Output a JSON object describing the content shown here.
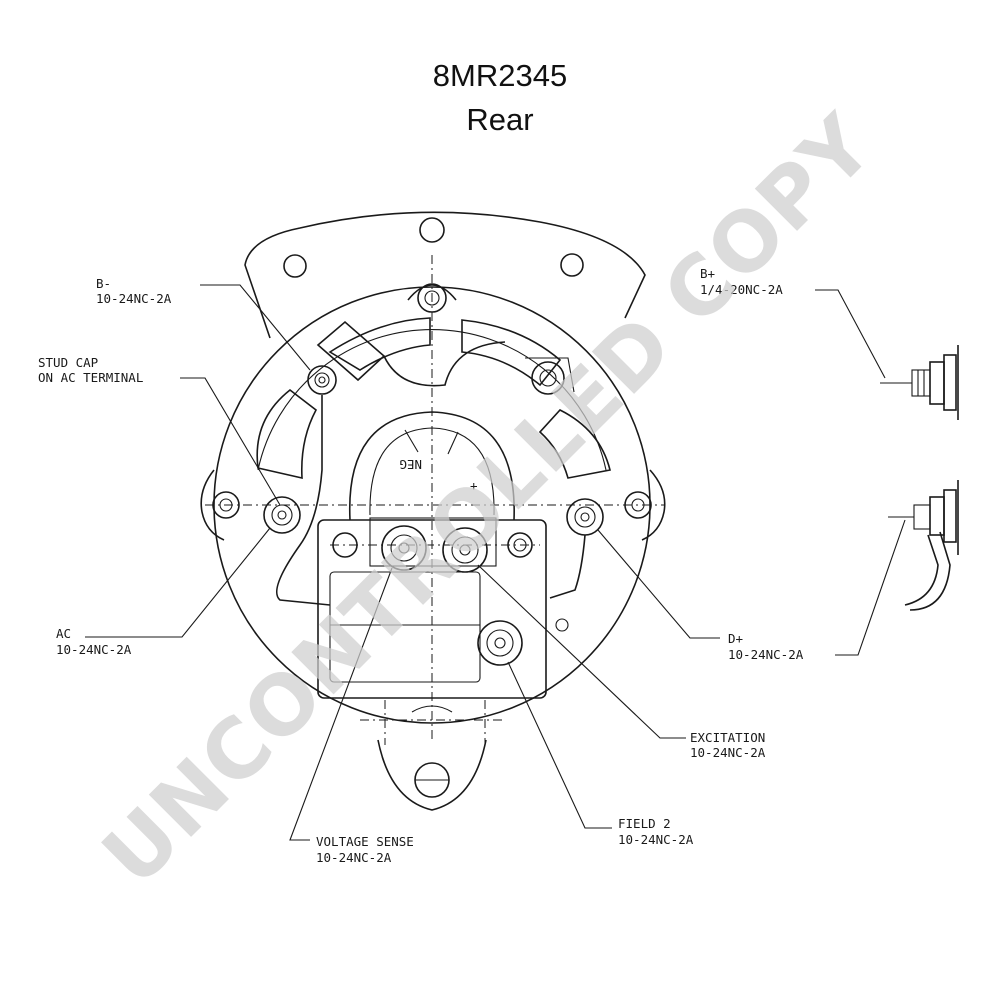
{
  "header": {
    "part_number": "8MR2345",
    "view": "Rear"
  },
  "labels": {
    "b_minus": {
      "name": "B-",
      "thread": "10-24NC-2A"
    },
    "b_plus": {
      "name": "B+",
      "thread": "1/4-20NC-2A"
    },
    "stud_cap": {
      "line1": "STUD CAP",
      "line2": "ON AC TERMINAL"
    },
    "ac": {
      "name": "AC",
      "thread": "10-24NC-2A"
    },
    "d_plus": {
      "name": "D+",
      "thread": "10-24NC-2A"
    },
    "excitation": {
      "name": "EXCITATION",
      "thread": "10-24NC-2A"
    },
    "voltage_sense": {
      "name": "VOLTAGE SENSE",
      "thread": "10-24NC-2A"
    },
    "field_2": {
      "name": "FIELD 2",
      "thread": "10-24NC-2A"
    },
    "neg_mark": "NEG"
  },
  "watermark": {
    "text": "UNCONTROLLED COPY",
    "color": "#cfcfcf"
  }
}
